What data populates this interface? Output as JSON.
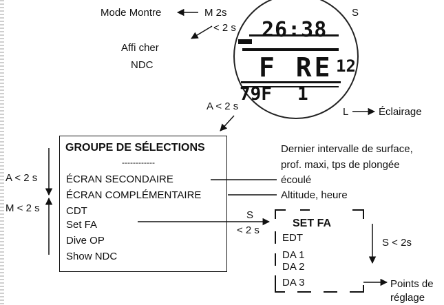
{
  "watch": {
    "time": "26:38",
    "mode_text": "F RE",
    "mode_number": "12",
    "temperature": "79F",
    "bottom_digit": "1"
  },
  "labels": {
    "mode_montre": "Mode Montre",
    "m_2s": "M 2s",
    "s_top": "S",
    "lt_2s": "< 2 s",
    "affi_cher": "Affi cher",
    "ndc": "NDC",
    "a_lt_2s_top": "A < 2 s",
    "l": "L",
    "eclairage": "Éclairage",
    "a_lt_2s_side": "A < 2 s",
    "m_lt_2s_side": "M < 2 s",
    "s_mid": "S",
    "lt_2s_mid": "< 2 s",
    "s_lt_2s_right": "S < 2s",
    "points_de": "Points de",
    "reglage": "réglage"
  },
  "menu": {
    "title": "GROUPE DE SÉLECTIONS",
    "separator": "------------",
    "items": [
      "ÉCRAN SECONDAIRE",
      "ÉCRAN COMPLÉMENTAIRE",
      "CDT",
      "Set FA",
      "Dive OP",
      "Show NDC"
    ]
  },
  "notes": {
    "secondary_line1": "Dernier intervalle de surface,",
    "secondary_line2": "prof. maxi, tps de plongée",
    "secondary_line3": "écoulé",
    "complementary": "Altitude, heure"
  },
  "setfa": {
    "title": "SET FA",
    "items": [
      "EDT",
      "DA 1",
      "DA 2",
      "DA 3"
    ]
  }
}
